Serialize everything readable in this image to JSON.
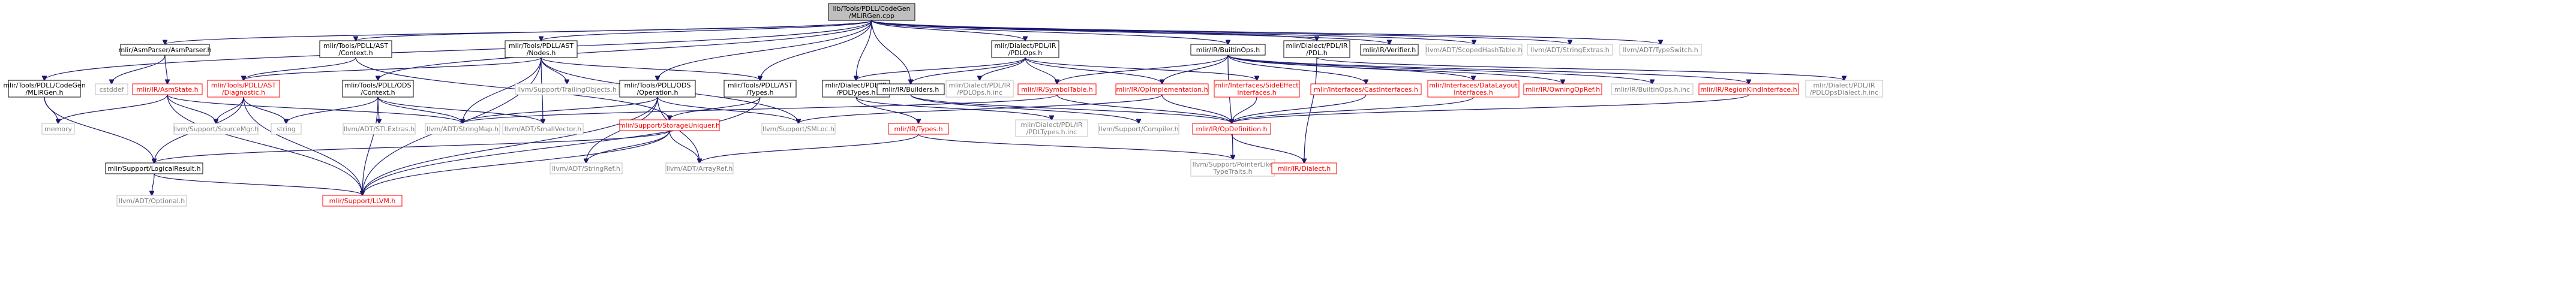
{
  "graph": {
    "colors": {
      "edge": "#191970",
      "root_fill": "#bfbfbf",
      "node_border": "#000000",
      "missing_border": "#ff0000",
      "system_border": "#bfbfbf",
      "system_text": "#7f7f7f"
    },
    "nodes": [
      {
        "id": "root",
        "lines": [
          "lib/Tools/PDLL/CodeGen",
          "/MLIRGen.cpp"
        ],
        "kind": "root"
      },
      {
        "id": "asmparser",
        "lines": [
          "mlir/AsmParser/AsmParser.h"
        ],
        "kind": "normal"
      },
      {
        "id": "codegen_mlirgen",
        "lines": [
          "mlir/Tools/PDLL/CodeGen",
          "/MLIRGen.h"
        ],
        "kind": "normal"
      },
      {
        "id": "pdll_context",
        "lines": [
          "mlir/Tools/PDLL/AST",
          "/Context.h"
        ],
        "kind": "normal"
      },
      {
        "id": "pdll_nodes",
        "lines": [
          "mlir/Tools/PDLL/AST",
          "/Nodes.h"
        ],
        "kind": "normal"
      },
      {
        "id": "ods_context",
        "lines": [
          "mlir/Tools/PDLL/ODS",
          "/Context.h"
        ],
        "kind": "normal"
      },
      {
        "id": "ods_operation",
        "lines": [
          "mlir/Tools/PDLL/ODS",
          "/Operation.h"
        ],
        "kind": "normal"
      },
      {
        "id": "pdll_types",
        "lines": [
          "mlir/Tools/PDLL/AST",
          "/Types.h"
        ],
        "kind": "normal"
      },
      {
        "id": "dialect_pdl_types",
        "lines": [
          "mlir/Dialect/PDL/IR",
          "/PDLTypes.h"
        ],
        "kind": "normal"
      },
      {
        "id": "ir_builders",
        "lines": [
          "mlir/IR/Builders.h"
        ],
        "kind": "normal"
      },
      {
        "id": "dialect_pdl_ops",
        "lines": [
          "mlir/Dialect/PDL/IR",
          "/PDLOps.h"
        ],
        "kind": "normal"
      },
      {
        "id": "ir_builtinops",
        "lines": [
          "mlir/IR/BuiltinOps.h"
        ],
        "kind": "normal"
      },
      {
        "id": "dialect_pdl",
        "lines": [
          "mlir/Dialect/PDL/IR",
          "/PDL.h"
        ],
        "kind": "normal"
      },
      {
        "id": "ir_verifier",
        "lines": [
          "mlir/IR/Verifier.h"
        ],
        "kind": "normal"
      },
      {
        "id": "scopedhashtable",
        "lines": [
          "llvm/ADT/ScopedHashTable.h"
        ],
        "kind": "system"
      },
      {
        "id": "stringextras",
        "lines": [
          "llvm/ADT/StringExtras.h"
        ],
        "kind": "system"
      },
      {
        "id": "typeswitch",
        "lines": [
          "llvm/ADT/TypeSwitch.h"
        ],
        "kind": "system"
      },
      {
        "id": "cstddef",
        "lines": [
          "cstddef"
        ],
        "kind": "system"
      },
      {
        "id": "asmstate",
        "lines": [
          "mlir/IR/AsmState.h"
        ],
        "kind": "missing"
      },
      {
        "id": "diagnostic",
        "lines": [
          "mlir/Tools/PDLL/AST",
          "/Diagnostic.h"
        ],
        "kind": "missing"
      },
      {
        "id": "trailingobjects",
        "lines": [
          "llvm/Support/TrailingObjects.h"
        ],
        "kind": "system"
      },
      {
        "id": "pdl_types_h_inc",
        "lines": [
          "mlir/Dialect/PDL/IR",
          "/PDLTypes.h.inc"
        ],
        "kind": "system"
      },
      {
        "id": "pdl_ops_h_inc",
        "lines": [
          "mlir/Dialect/PDL/IR",
          "/PDLOps.h.inc"
        ],
        "kind": "system"
      },
      {
        "id": "symboltable",
        "lines": [
          "mlir/IR/SymbolTable.h"
        ],
        "kind": "missing"
      },
      {
        "id": "opimplementation",
        "lines": [
          "mlir/IR/OpImplementation.h"
        ],
        "kind": "missing"
      },
      {
        "id": "sideeffect",
        "lines": [
          "mlir/Interfaces/SideEffect",
          "Interfaces.h"
        ],
        "kind": "missing"
      },
      {
        "id": "castinterfaces",
        "lines": [
          "mlir/Interfaces/CastInterfaces.h"
        ],
        "kind": "missing"
      },
      {
        "id": "datalayout",
        "lines": [
          "mlir/Interfaces/DataLayout",
          "Interfaces.h"
        ],
        "kind": "missing"
      },
      {
        "id": "owningopref",
        "lines": [
          "mlir/IR/OwningOpRef.h"
        ],
        "kind": "missing"
      },
      {
        "id": "builtinops_h_inc",
        "lines": [
          "mlir/IR/BuiltinOps.h.inc"
        ],
        "kind": "system"
      },
      {
        "id": "regionkind",
        "lines": [
          "mlir/IR/RegionKindInterface.h"
        ],
        "kind": "missing"
      },
      {
        "id": "pdl_opsdialect_inc",
        "lines": [
          "mlir/Dialect/PDL/IR",
          "/PDLOpsDialect.h.inc"
        ],
        "kind": "system"
      },
      {
        "id": "memory",
        "lines": [
          "memory"
        ],
        "kind": "system"
      },
      {
        "id": "sourcemgr",
        "lines": [
          "llvm/Support/SourceMgr.h"
        ],
        "kind": "system"
      },
      {
        "id": "string",
        "lines": [
          "string"
        ],
        "kind": "system"
      },
      {
        "id": "stlextras",
        "lines": [
          "llvm/ADT/STLExtras.h"
        ],
        "kind": "system"
      },
      {
        "id": "stringmap",
        "lines": [
          "llvm/ADT/StringMap.h"
        ],
        "kind": "system"
      },
      {
        "id": "smallvector",
        "lines": [
          "llvm/ADT/SmallVector.h"
        ],
        "kind": "system"
      },
      {
        "id": "storageuniquer",
        "lines": [
          "mlir/Support/StorageUniquer.h"
        ],
        "kind": "missing"
      },
      {
        "id": "smloc",
        "lines": [
          "llvm/Support/SMLoc.h"
        ],
        "kind": "system"
      },
      {
        "id": "ir_types",
        "lines": [
          "mlir/IR/Types.h"
        ],
        "kind": "missing"
      },
      {
        "id": "support_compiler",
        "lines": [
          "llvm/Support/Compiler.h"
        ],
        "kind": "system"
      },
      {
        "id": "opdefinition",
        "lines": [
          "mlir/IR/OpDefinition.h"
        ],
        "kind": "missing"
      },
      {
        "id": "logicalresult",
        "lines": [
          "mlir/Support/LogicalResult.h"
        ],
        "kind": "normal"
      },
      {
        "id": "stringref",
        "lines": [
          "llvm/ADT/StringRef.h"
        ],
        "kind": "system"
      },
      {
        "id": "arrayref",
        "lines": [
          "llvm/ADT/ArrayRef.h"
        ],
        "kind": "system"
      },
      {
        "id": "pointerliketypetraits",
        "lines": [
          "llvm/Support/PointerLike",
          "TypeTraits.h"
        ],
        "kind": "system"
      },
      {
        "id": "irdialect",
        "lines": [
          "mlir/IR/Dialect.h"
        ],
        "kind": "missing"
      },
      {
        "id": "optional",
        "lines": [
          "llvm/ADT/Optional.h"
        ],
        "kind": "system"
      },
      {
        "id": "support_llvm",
        "lines": [
          "mlir/Support/LLVM.h"
        ],
        "kind": "missing"
      }
    ]
  }
}
